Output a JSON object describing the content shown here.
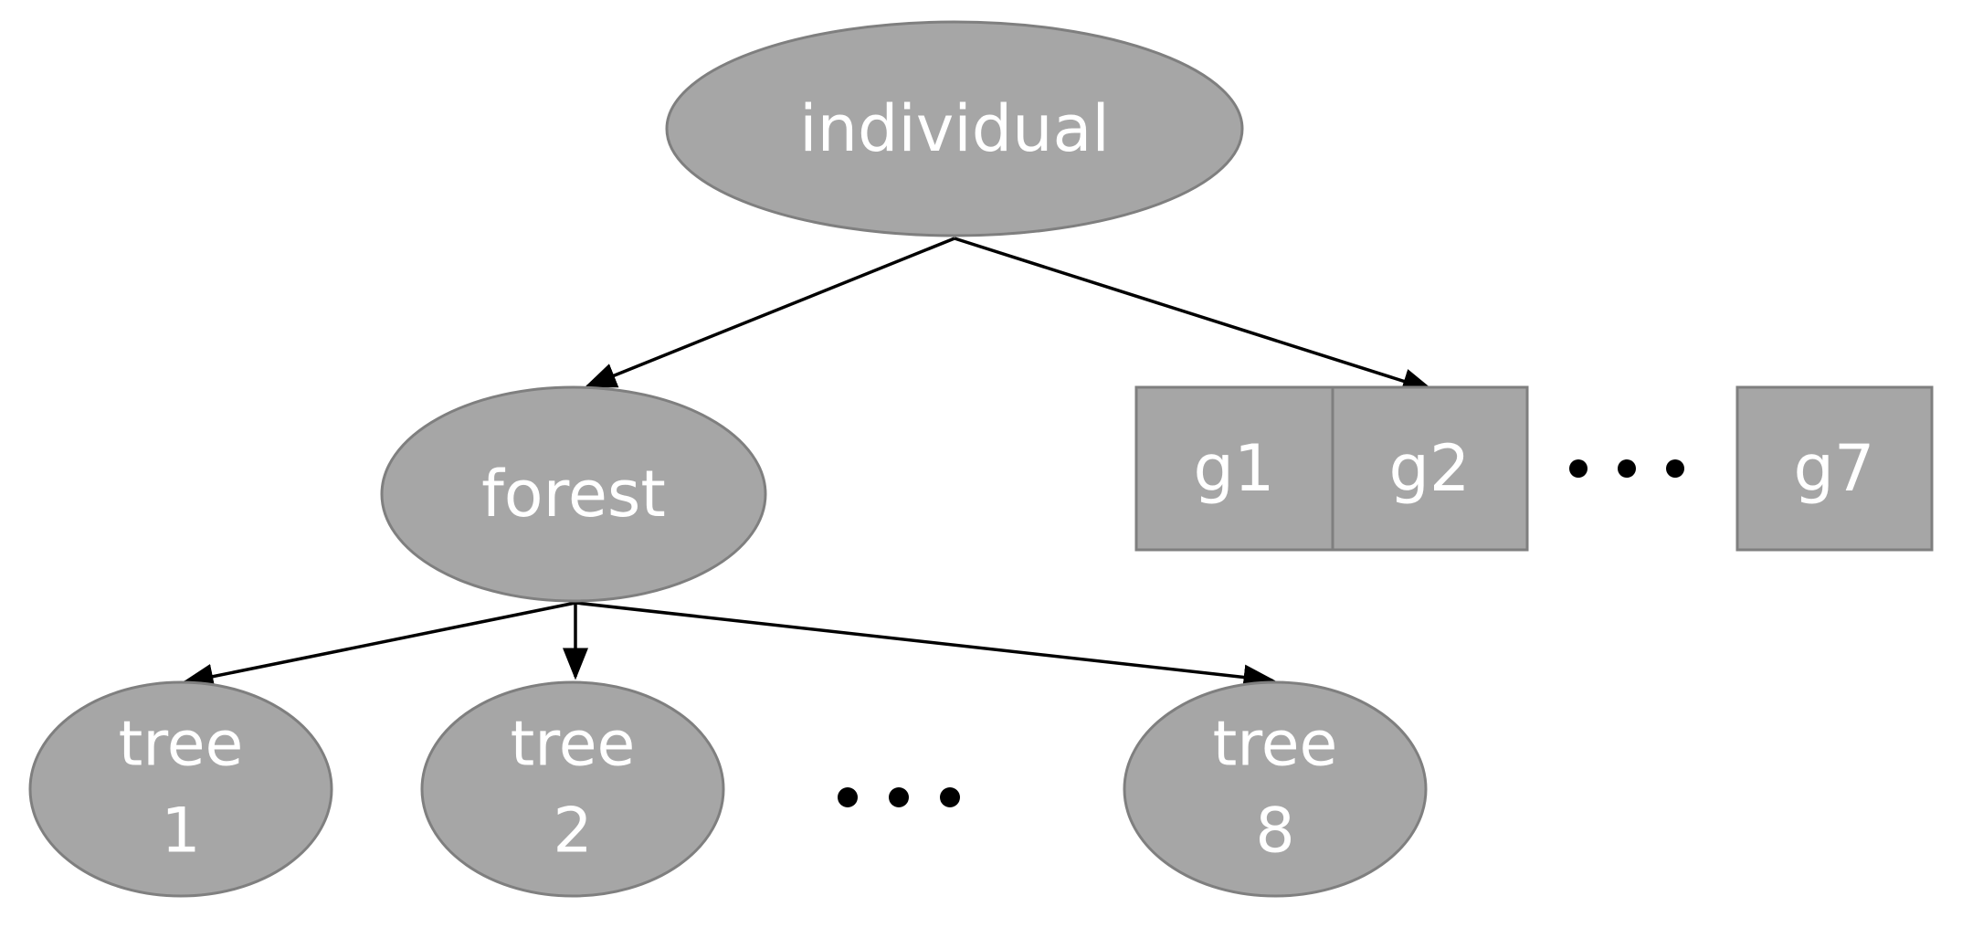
{
  "nodes": {
    "individual": {
      "label": "individual"
    },
    "forest": {
      "label": "forest"
    },
    "tree_1": {
      "line1": "tree",
      "line2": "1"
    },
    "tree_2": {
      "line1": "tree",
      "line2": "2"
    },
    "tree_8": {
      "line1": "tree",
      "line2": "8"
    },
    "gene_1": {
      "label": "g1"
    },
    "gene_2": {
      "label": "g2"
    },
    "gene_7": {
      "label": "g7"
    }
  },
  "colors": {
    "node_fill": "#a6a6a6",
    "node_stroke": "#7f7f7f",
    "label": "#ffffff",
    "edge": "#000000"
  }
}
